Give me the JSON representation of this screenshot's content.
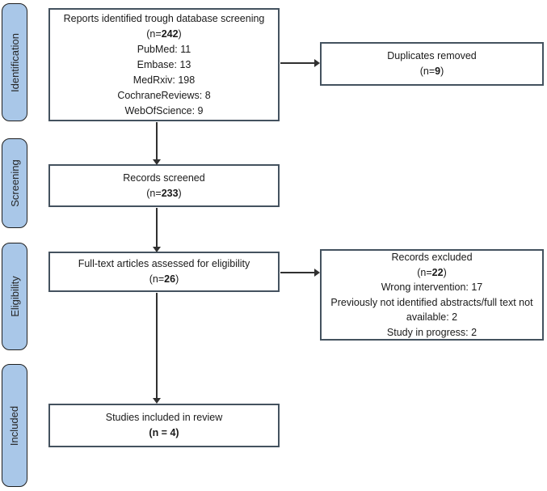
{
  "sidebar": {
    "stages": [
      {
        "label": "Identification"
      },
      {
        "label": "Screening"
      },
      {
        "label": "Eligibility"
      },
      {
        "label": "Included"
      }
    ]
  },
  "boxes": {
    "identified": {
      "title": "Reports identified trough database screening",
      "n": {
        "pre": "(n=",
        "value": "242",
        "post": ")"
      },
      "details": [
        "PubMed: 11",
        "Embase: 13",
        "MedRxiv: 198",
        "CochraneReviews: 8",
        "WebOfScience: 9"
      ]
    },
    "duplicates": {
      "title": "Duplicates removed",
      "n": {
        "pre": "(n=",
        "value": "9",
        "post": ")"
      }
    },
    "screened": {
      "title": "Records screened",
      "n": {
        "pre": "(n=",
        "value": "233",
        "post": ")"
      }
    },
    "fulltext": {
      "title": "Full-text articles assessed for eligibility",
      "n": {
        "pre": "(n=",
        "value": "26",
        "post": ")"
      }
    },
    "excluded": {
      "title": "Records excluded",
      "n": {
        "pre": "(n=",
        "value": "22",
        "post": ")"
      },
      "details": [
        "Wrong intervention: 17",
        "Previously not identified abstracts/full text not available: 2",
        "Study in progress: 2"
      ]
    },
    "included": {
      "title": "Studies included in review",
      "n": {
        "pre": "(n = ",
        "value": "4",
        "post": ")"
      }
    }
  },
  "colors": {
    "stage_fill": "#a9c7e8",
    "stage_border": "#1f1f1f",
    "box_border": "#44525f",
    "arrow": "#303030",
    "text": "#1a1a1a"
  }
}
